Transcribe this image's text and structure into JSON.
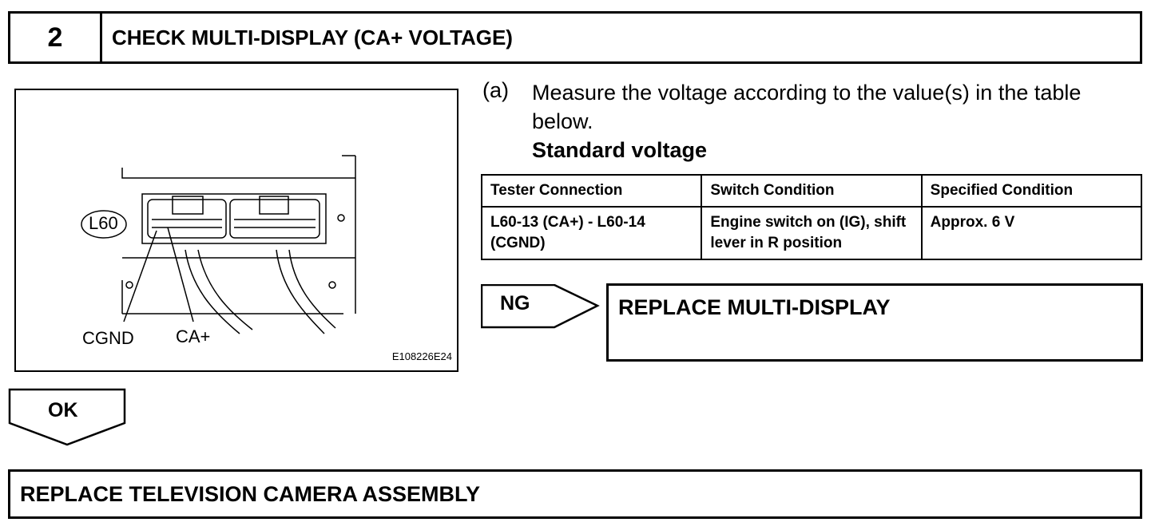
{
  "step": {
    "number": "2",
    "title": "CHECK MULTI-DISPLAY (CA+ VOLTAGE)"
  },
  "figure": {
    "connector_label": "L60",
    "pin_label_1": "CGND",
    "pin_label_2": "CA+",
    "figure_id": "E108226E24"
  },
  "instruction": {
    "prefix": "(a)",
    "text": "Measure the voltage according to the value(s) in the table below.",
    "subheading": "Standard voltage"
  },
  "table": {
    "headers": [
      "Tester Connection",
      "Switch Condition",
      "Specified Condition"
    ],
    "rows": [
      [
        "L60-13 (CA+) - L60-14 (CGND)",
        "Engine switch on (IG), shift lever in R position",
        "Approx. 6 V"
      ]
    ]
  },
  "ng": {
    "label": "NG",
    "action": "REPLACE MULTI-DISPLAY"
  },
  "ok": {
    "label": "OK"
  },
  "final_action": "REPLACE TELEVISION CAMERA ASSEMBLY"
}
